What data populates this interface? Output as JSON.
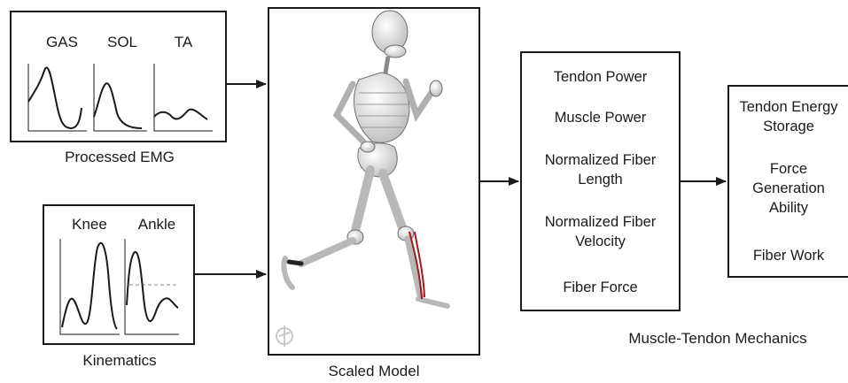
{
  "emg": {
    "caption": "Processed EMG",
    "channels": [
      "GAS",
      "SOL",
      "TA"
    ]
  },
  "kinematics": {
    "caption": "Kinematics",
    "channels": [
      "Knee",
      "Ankle"
    ]
  },
  "model": {
    "caption": "Scaled Model"
  },
  "mechanics": {
    "caption": "Muscle-Tendon Mechanics",
    "items": [
      {
        "line1": "Tendon Power",
        "line2": ""
      },
      {
        "line1": "Muscle Power",
        "line2": ""
      },
      {
        "line1": "Normalized Fiber",
        "line2": "Length"
      },
      {
        "line1": "Normalized Fiber",
        "line2": "Velocity"
      },
      {
        "line1": "Fiber Force",
        "line2": ""
      }
    ]
  },
  "outcomes": {
    "items": [
      {
        "line1": "Tendon Energy",
        "line2": "Storage",
        "line3": ""
      },
      {
        "line1": "Force",
        "line2": "Generation",
        "line3": "Ability"
      },
      {
        "line1": "Fiber Work",
        "line2": "",
        "line3": ""
      }
    ]
  },
  "colors": {
    "stroke": "#1a1a1a",
    "muscle": "#a3191c",
    "bone": "#e6e6e6"
  }
}
